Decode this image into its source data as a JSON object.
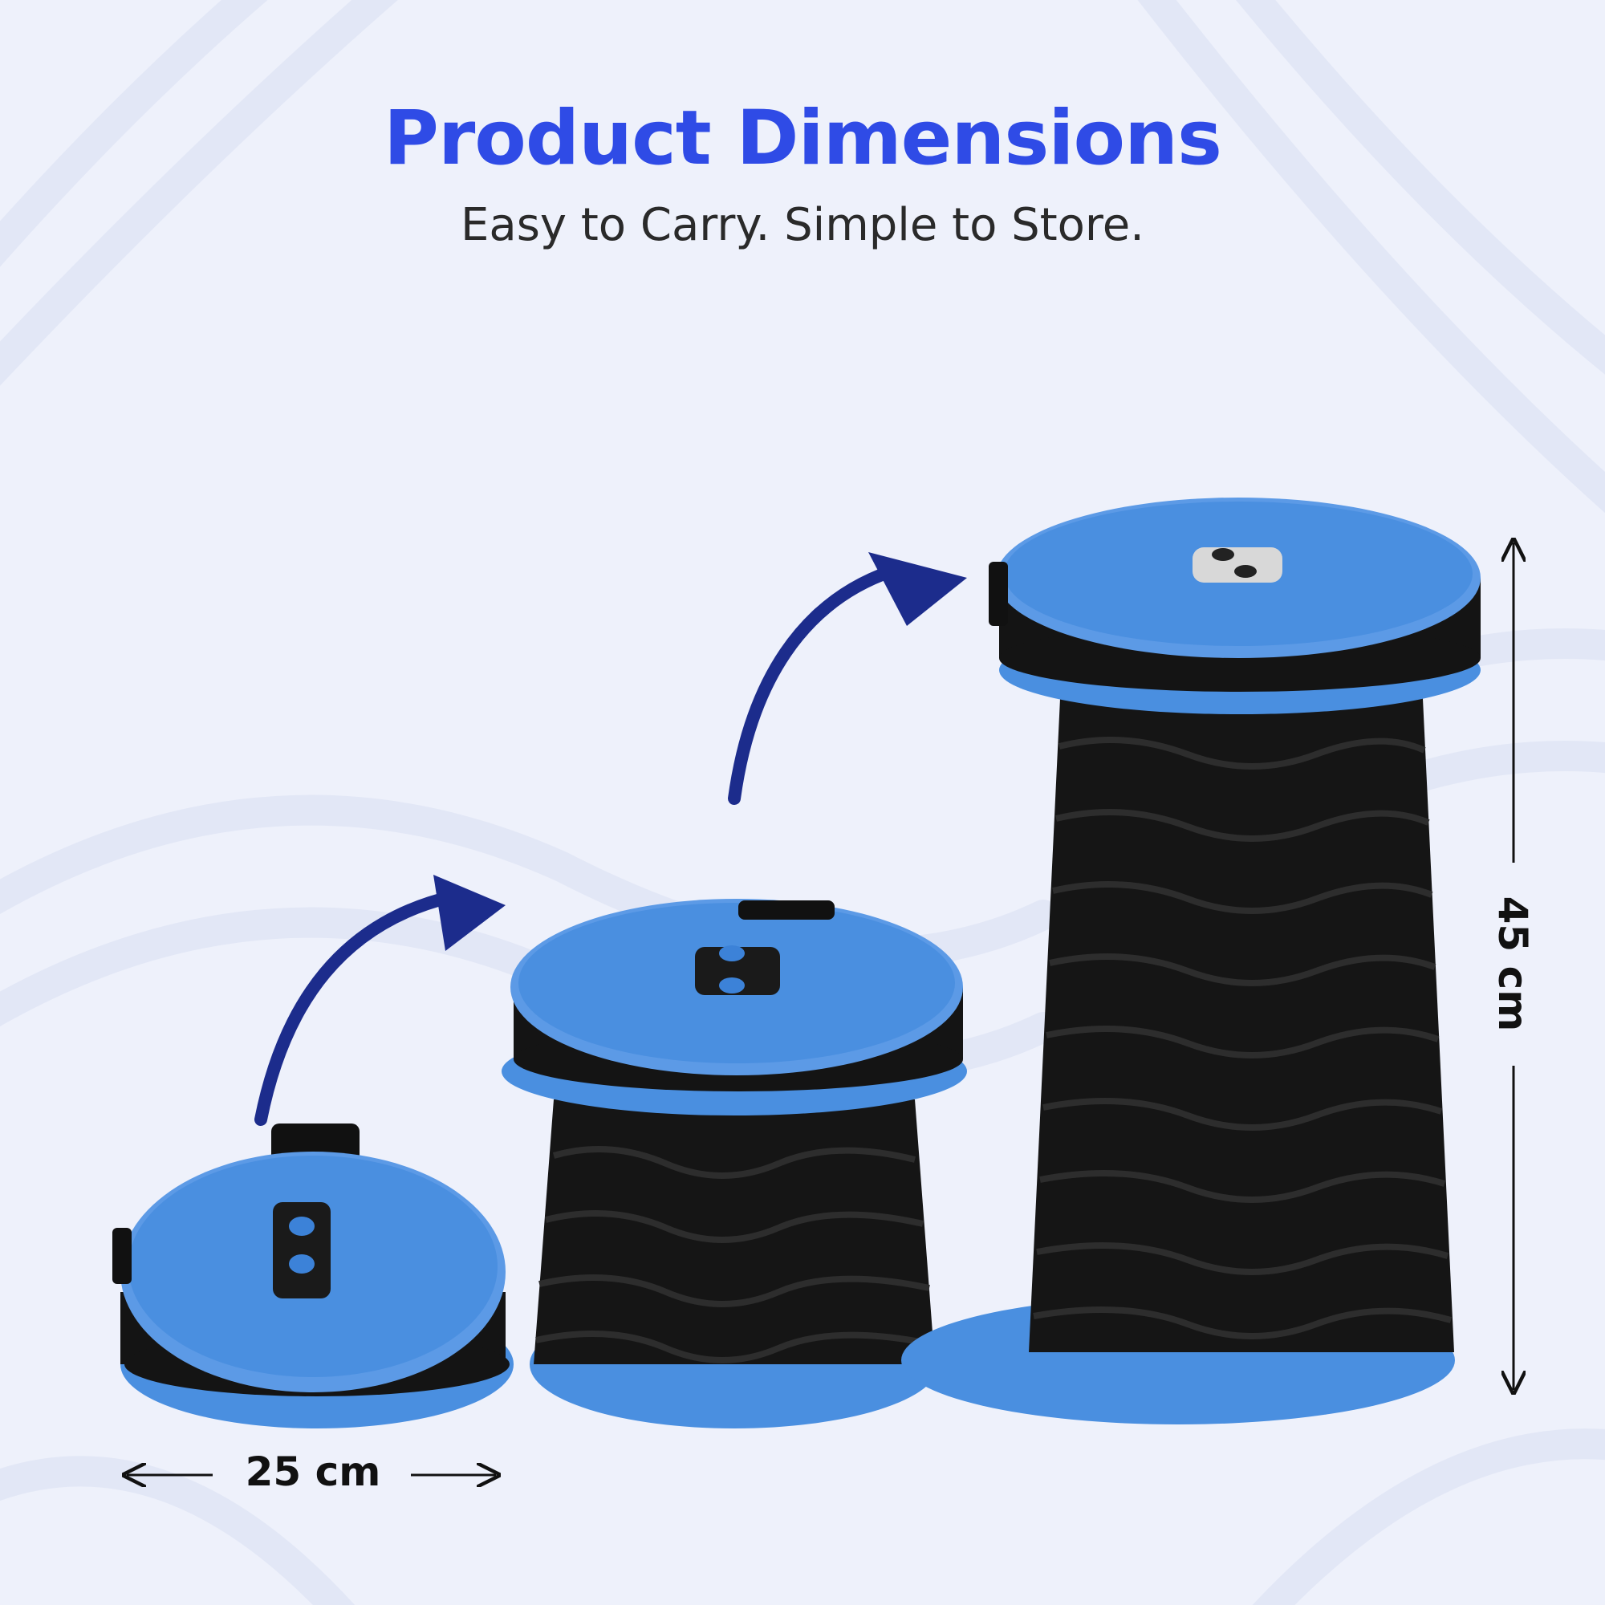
{
  "header": {
    "title": "Product Dimensions",
    "subtitle": "Easy to Carry. Simple to Store."
  },
  "dimensions": {
    "width_label": "25 cm",
    "height_label": "45 cm"
  },
  "colors": {
    "title": "#2f4be6",
    "seat_blue": "#4a8fe0",
    "body_black": "#151515",
    "arrow_navy": "#1c2c8c",
    "background": "#eef1fb"
  },
  "stools": [
    {
      "state": "folded"
    },
    {
      "state": "half-extended"
    },
    {
      "state": "fully-extended"
    }
  ]
}
